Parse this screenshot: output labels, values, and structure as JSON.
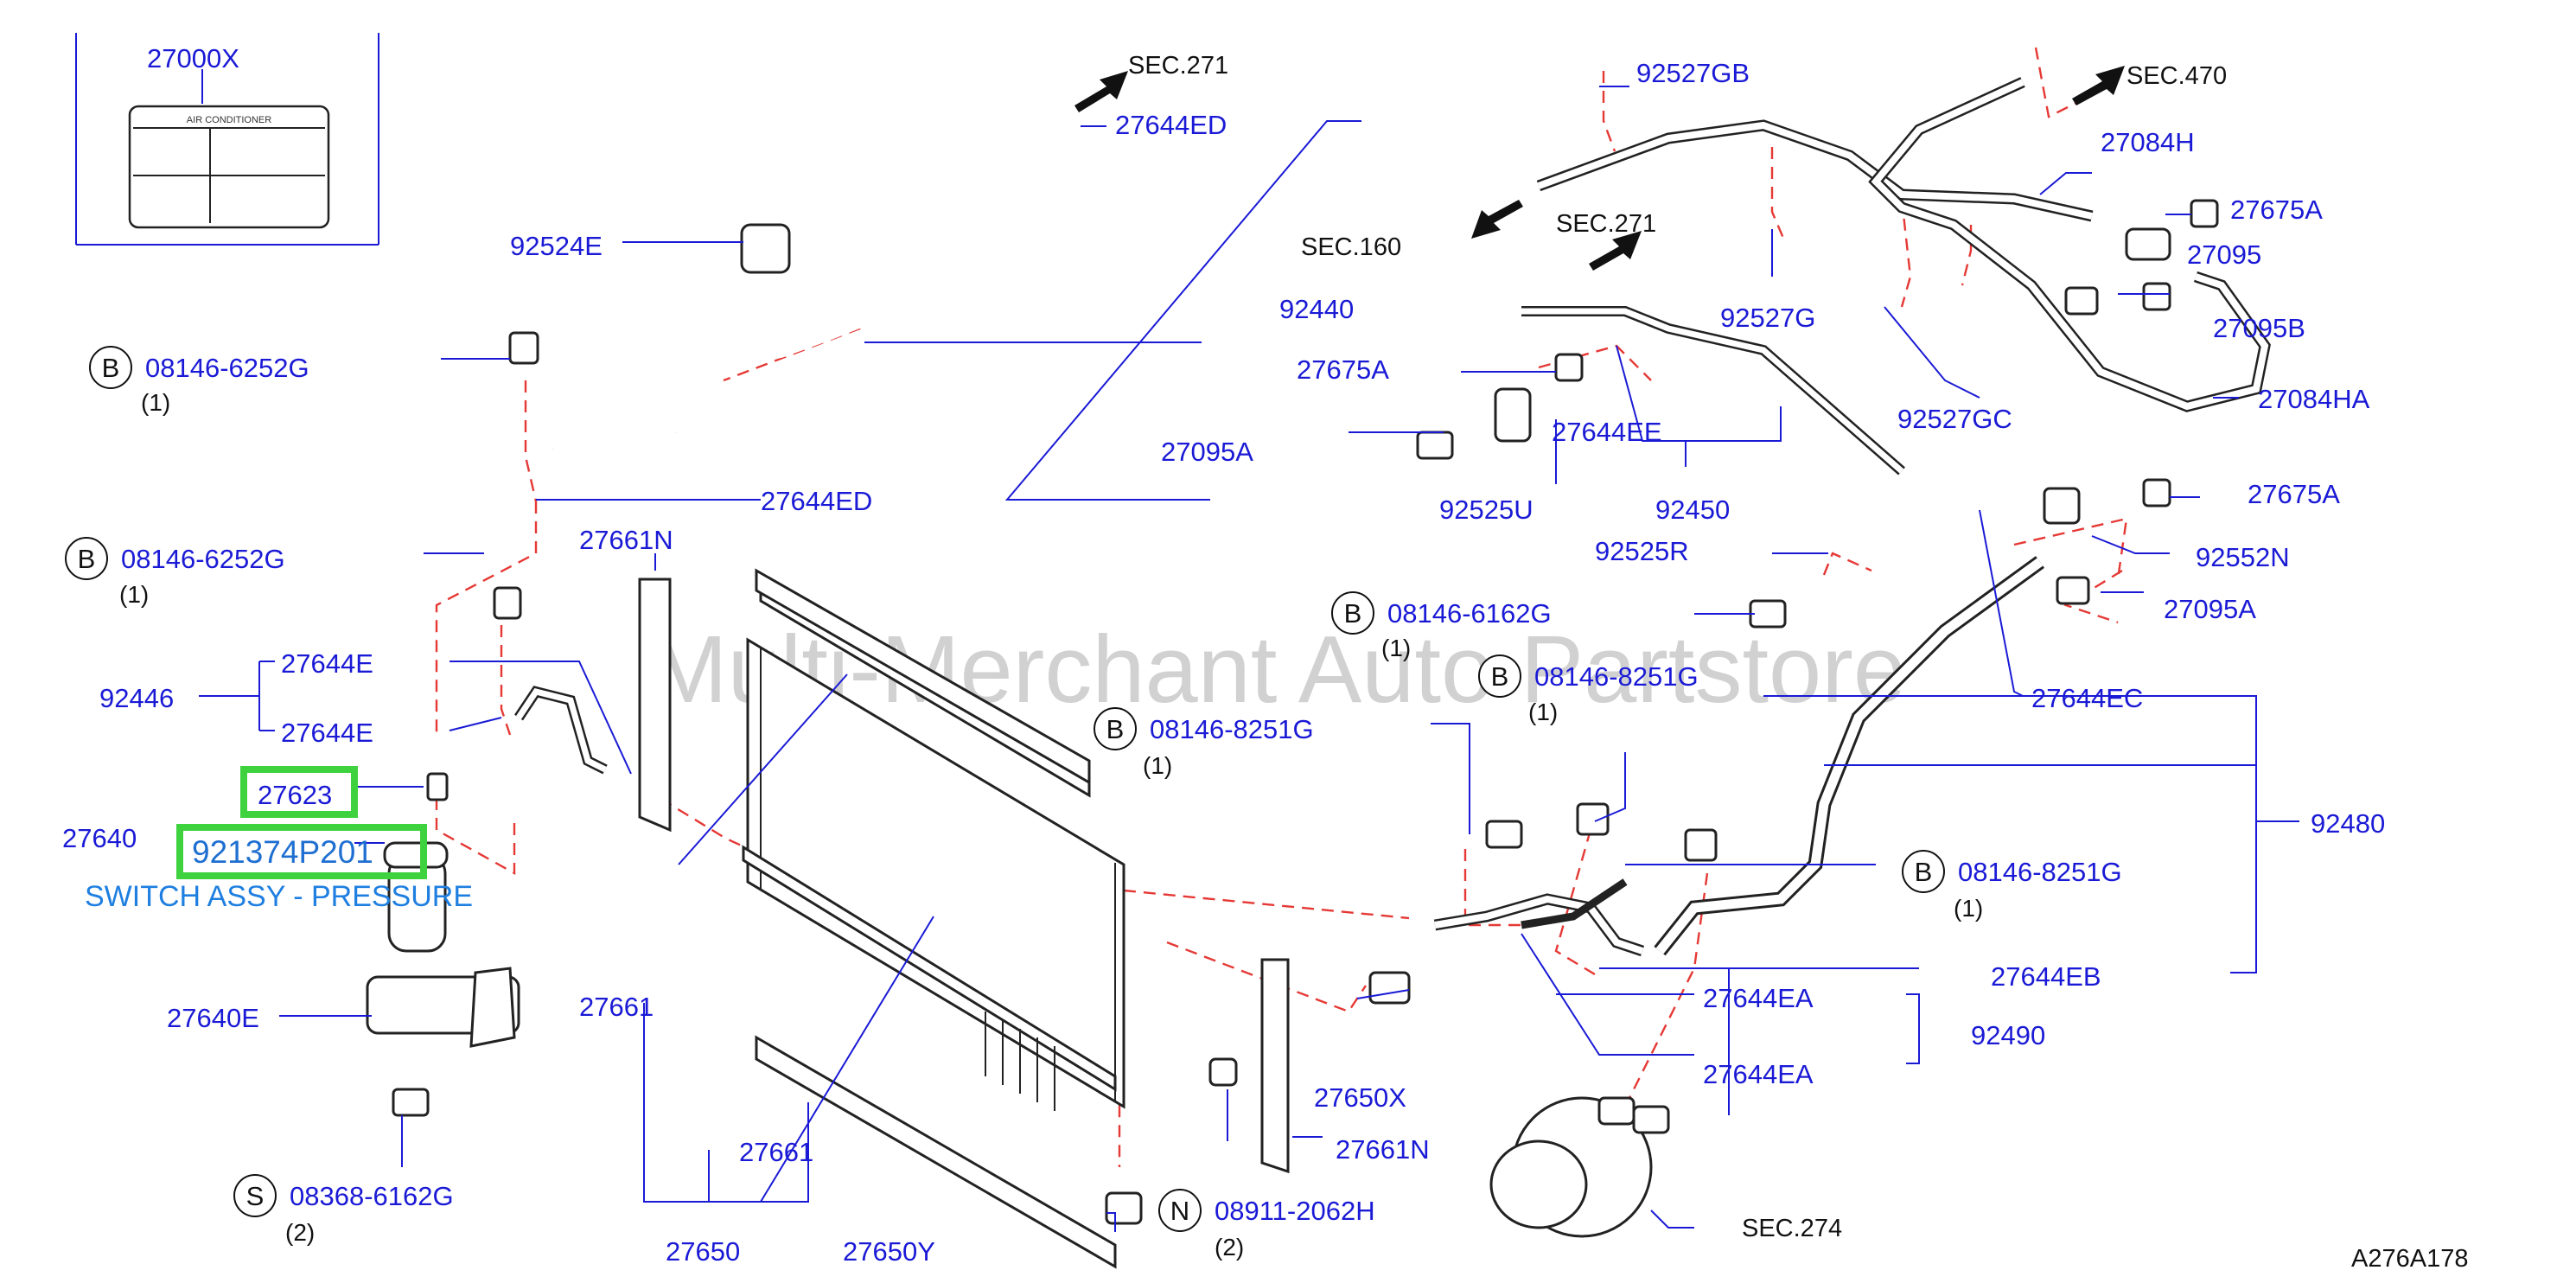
{
  "diagram_code": "A276A178",
  "watermark": "Multi-Merchant Auto Partstore",
  "inset_label": {
    "part_no": "27000X",
    "plate_text": "AIR    CONDITIONER"
  },
  "highlight": {
    "part_no": "27623",
    "alt_part_no": "921374P201",
    "description": "SWITCH ASSY - PRESSURE"
  },
  "section_refs": [
    "SEC.271",
    "SEC.470",
    "SEC.160",
    "SEC.271",
    "SEC.274"
  ],
  "parts": [
    "27644ED",
    "92524E",
    "92440",
    "27644ED",
    "27661N",
    "27644E",
    "92446",
    "27644E",
    "27640",
    "27640E",
    "27661",
    "27661",
    "27650",
    "27650Y",
    "92527GB",
    "27084H",
    "27675A",
    "27095",
    "27095B",
    "27084HA",
    "92527G",
    "92527GC",
    "27675A",
    "27644EE",
    "27095A",
    "92525U",
    "92450",
    "92525R",
    "27675A",
    "92552N",
    "27095A",
    "27644EC",
    "92480",
    "27644EB",
    "27644EA",
    "92490",
    "27644EA",
    "27650X",
    "27661N"
  ],
  "bolts": [
    {
      "badge": "B",
      "part": "08146-6252G",
      "qty": "(1)"
    },
    {
      "badge": "B",
      "part": "08146-6252G",
      "qty": "(1)"
    },
    {
      "badge": "S",
      "part": "08368-6162G",
      "qty": "(2)"
    },
    {
      "badge": "B",
      "part": "08146-8251G",
      "qty": "(1)"
    },
    {
      "badge": "B",
      "part": "08146-6162G",
      "qty": "(1)"
    },
    {
      "badge": "B",
      "part": "08146-8251G",
      "qty": "(1)"
    },
    {
      "badge": "B",
      "part": "08146-8251G",
      "qty": "(1)"
    },
    {
      "badge": "N",
      "part": "08911-2062H",
      "qty": "(2)"
    }
  ]
}
